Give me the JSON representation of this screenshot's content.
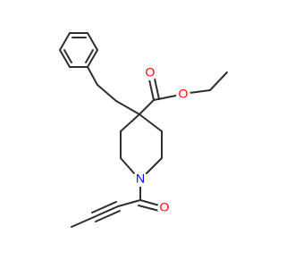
{
  "atoms": [
    {
      "name": "atom-o-ester-carbonyl",
      "symbol": "O",
      "color": "#ff0000"
    },
    {
      "name": "atom-o-ester-ether",
      "symbol": "O",
      "color": "#ff0000"
    },
    {
      "name": "atom-n-piperidine",
      "symbol": "N",
      "color": "#0000ff"
    },
    {
      "name": "atom-o-amide-carbonyl",
      "symbol": "O",
      "color": "#ff0000"
    }
  ]
}
